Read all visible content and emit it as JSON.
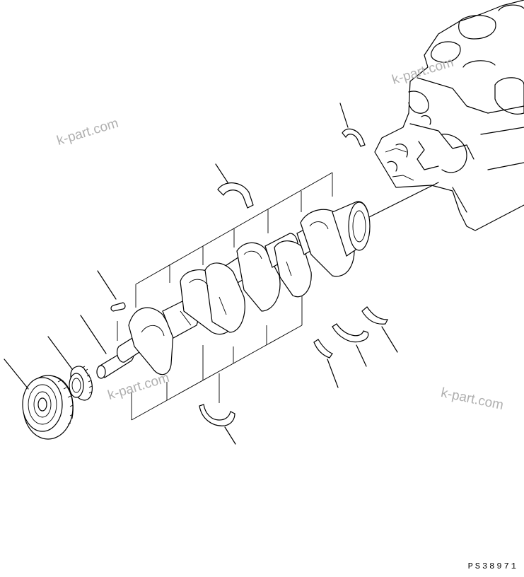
{
  "watermarks": [
    "k-part.com",
    "k-part.com",
    "k-part.com",
    "k-part.com"
  ],
  "drawing_code": "PS38971",
  "parts": [
    {
      "name": "engine-block"
    },
    {
      "name": "crankshaft"
    },
    {
      "name": "crankshaft-gear"
    },
    {
      "name": "crankshaft-pulley"
    },
    {
      "name": "key"
    },
    {
      "name": "upper-main-bearing"
    },
    {
      "name": "lower-main-bearing"
    },
    {
      "name": "rear-main-bearing-upper"
    },
    {
      "name": "thrust-washer"
    },
    {
      "name": "thrust-bearing"
    }
  ]
}
